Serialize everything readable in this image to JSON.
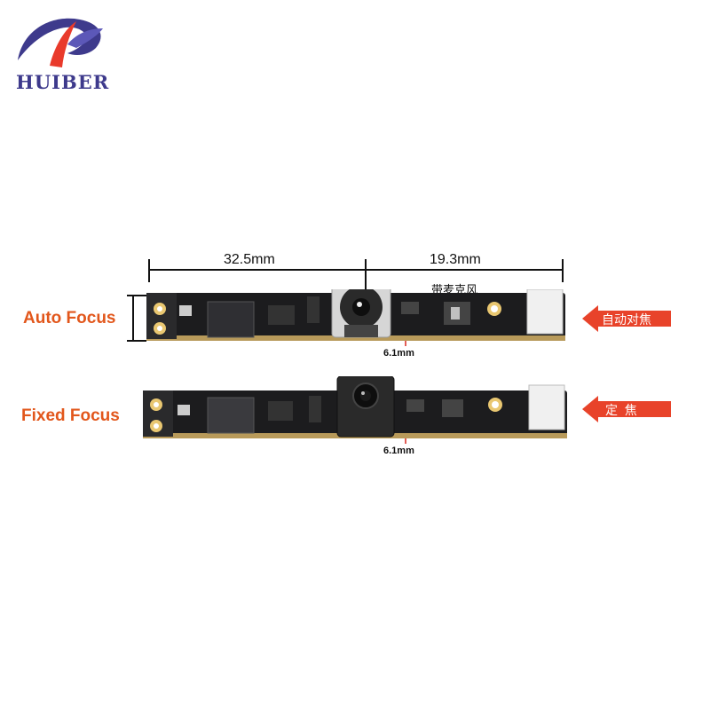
{
  "brand": {
    "name": "HUIBER",
    "logo_icon": "huiber-logo-icon"
  },
  "dimensions": {
    "left_span": "32.5mm",
    "right_span": "19.3mm",
    "height_label_top": "6.1mm",
    "height_label_bottom": "6.1mm"
  },
  "annotations": {
    "microphone": "带麦克风"
  },
  "modules": {
    "auto_focus": {
      "label": "Auto Focus",
      "badge": "自动对焦"
    },
    "fixed_focus": {
      "label": "Fixed Focus",
      "badge": "定  焦"
    }
  },
  "colors": {
    "label_orange": "#e2571c",
    "badge_red": "#e8432a",
    "board_black": "#1c1c1e",
    "brand_blue": "#3e3a8c"
  }
}
